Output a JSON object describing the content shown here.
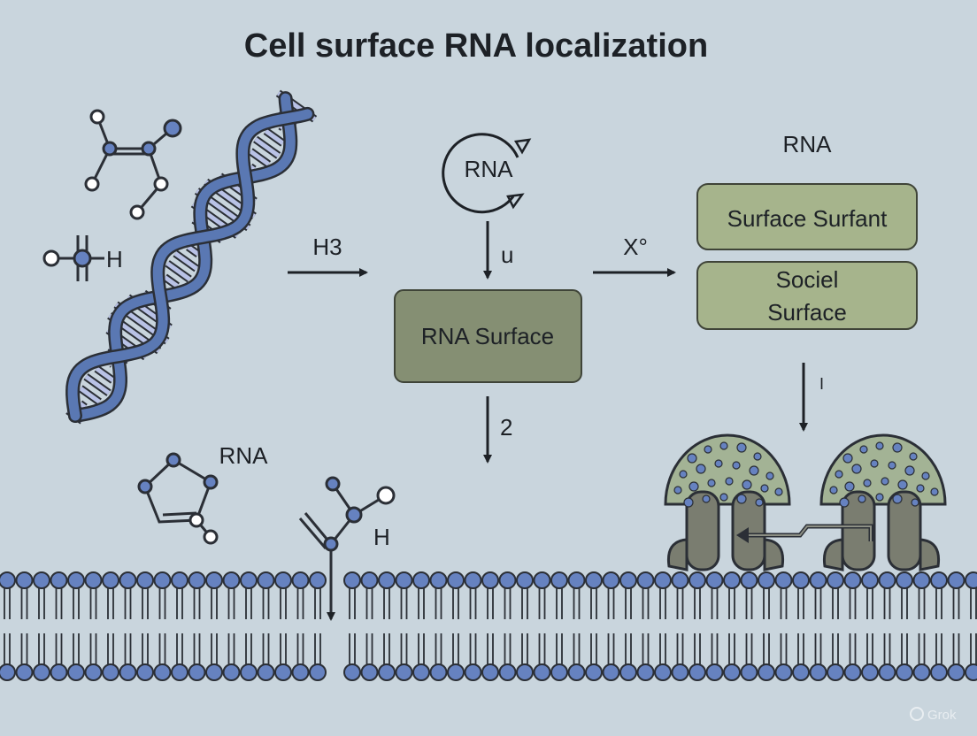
{
  "title": "Cell surface RNA localization",
  "labels": {
    "rna_cycle": "RNA",
    "rna_right": "RNA",
    "rna_bottom": "RNA",
    "h_left": "H",
    "h_bottom": "H",
    "arrow_h3": "H3",
    "arrow_u": "u",
    "arrow_x": "X°",
    "arrow_2": "2",
    "arrow_right_tick": "I"
  },
  "boxes": {
    "center": "RNA Surface",
    "top_right": "Surface Surfant",
    "bottom_right_line1": "Sociel",
    "bottom_right_line2": "Surface"
  },
  "watermark": "Grok",
  "colors": {
    "background": "#c9d5dd",
    "dna_blue": "#5a78b3",
    "node_blue": "#6682c0",
    "center_box": "#858f73",
    "side_box": "#a6b48c",
    "receptor_dome": "#a3b395",
    "receptor_stem": "#7a7d70"
  }
}
